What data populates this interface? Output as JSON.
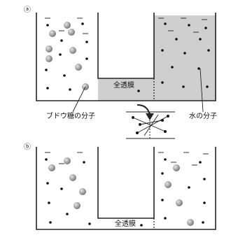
{
  "panels": {
    "a": {
      "label": "ⓐ",
      "membrane_label": "全透膜"
    },
    "b": {
      "label": "ⓑ",
      "membrane_label": "全透膜"
    }
  },
  "labels": {
    "glucose": "ブドウ糖の分子",
    "water": "水の分子"
  },
  "colors": {
    "shaded_water": "#c8c8c8",
    "molecule_fill": "#a0a0a0",
    "line": "#222222"
  }
}
